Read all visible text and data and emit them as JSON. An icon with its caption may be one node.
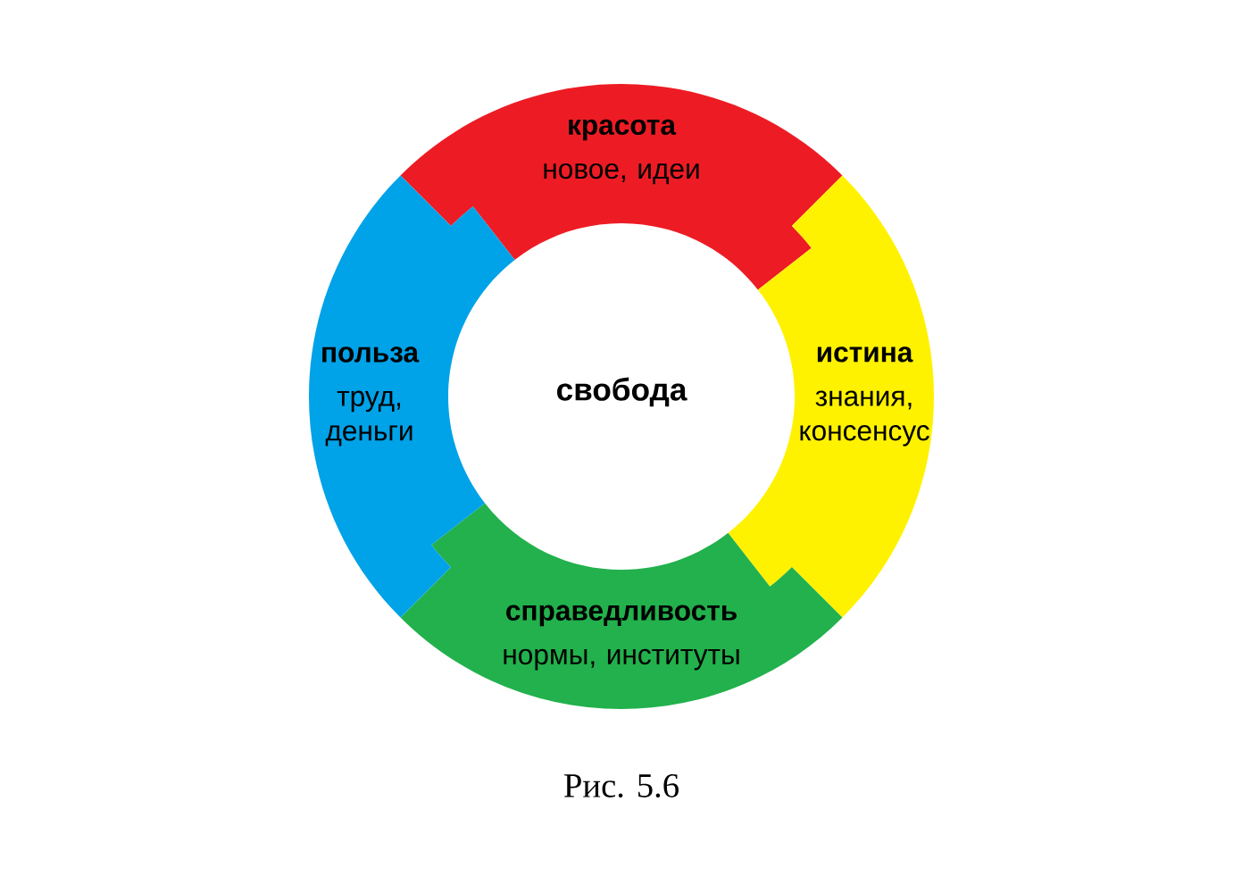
{
  "diagram": {
    "caption": "Рис. 5.6",
    "nodes": [
      {
        "text": [
          "красота",
          "новое, идеи"
        ]
      },
      {
        "text": [
          "истина",
          "знания, консенсус"
        ]
      },
      {
        "text": [
          "справедливость",
          "нормы, институты"
        ]
      },
      {
        "text": [
          "польза",
          "труд, деньги"
        ]
      },
      {
        "text": [
          "свобода"
        ]
      }
    ]
  }
}
